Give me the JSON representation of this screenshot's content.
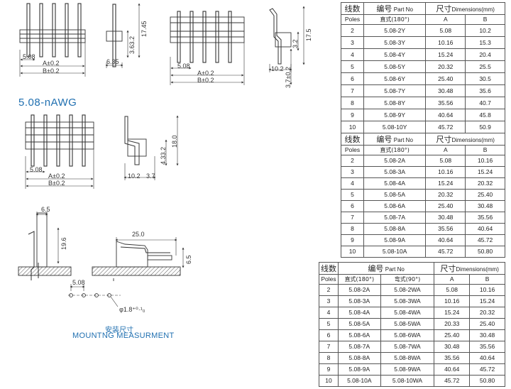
{
  "drawings": {
    "top_front": {
      "pitch": "5.08",
      "dim_a": "A±0.2",
      "dim_b": "B±0.2"
    },
    "top_side": {
      "height": "17.45",
      "mid": "3.63.2",
      "base": "6.35"
    },
    "top_front2": {
      "pitch": "5.08",
      "dim_a": "A±0.2",
      "dim_b": "B±0.2"
    },
    "top_right": {
      "height": "17.5",
      "mid": "3.2",
      "low": "3.7±0.2",
      "base": "10.2"
    },
    "section_title": "5.08-nAWG",
    "awg_front": {
      "pitch": "5.08",
      "dim_a": "A±0.2",
      "dim_b": "B±0.2"
    },
    "awg_side": {
      "height": "18.0",
      "mid": "4.33.2",
      "base": "10.2",
      "base2": "3.7"
    },
    "mount_side": {
      "top": "6.5",
      "height": "19.6"
    },
    "mount_right": {
      "length": "25.0",
      "height": "6.5"
    },
    "mount_holes": {
      "pitch": "5.08",
      "dia": "φ1.8⁺⁰·¹₀"
    },
    "mounting_label_cn": "安装尺寸",
    "mounting_label_en": "MOUNTNG MEASURMENT"
  },
  "table1": {
    "h_poles_cn": "线数",
    "h_poles_en": "Poles",
    "h_part_cn": "编号",
    "h_part_en": "Part No",
    "h_dim_cn": "尺寸",
    "h_dim_en": "Dimensions(mm)",
    "h_straight": "直式(180°)",
    "h_a": "A",
    "h_b": "B",
    "rows": [
      {
        "poles": "2",
        "part": "5.08-2Y",
        "a": "5.08",
        "b": "10.2"
      },
      {
        "poles": "3",
        "part": "5.08-3Y",
        "a": "10.16",
        "b": "15.3"
      },
      {
        "poles": "4",
        "part": "5.08-4Y",
        "a": "15.24",
        "b": "20.4"
      },
      {
        "poles": "5",
        "part": "5.08-5Y",
        "a": "20.32",
        "b": "25.5"
      },
      {
        "poles": "6",
        "part": "5.08-6Y",
        "a": "25.40",
        "b": "30.5"
      },
      {
        "poles": "7",
        "part": "5.08-7Y",
        "a": "30.48",
        "b": "35.6"
      },
      {
        "poles": "8",
        "part": "5.08-8Y",
        "a": "35.56",
        "b": "40.7"
      },
      {
        "poles": "9",
        "part": "5.08-9Y",
        "a": "40.64",
        "b": "45.8"
      },
      {
        "poles": "10",
        "part": "5.08-10Y",
        "a": "45.72",
        "b": "50.9"
      }
    ]
  },
  "table2": {
    "h_poles_cn": "线数",
    "h_poles_en": "Poles",
    "h_part_cn": "编号",
    "h_part_en": "Part No",
    "h_dim_cn": "尺寸",
    "h_dim_en": "Dimensions(mm)",
    "h_straight": "直式(180°)",
    "h_a": "A",
    "h_b": "B",
    "rows": [
      {
        "poles": "2",
        "part": "5.08-2A",
        "a": "5.08",
        "b": "10.16"
      },
      {
        "poles": "3",
        "part": "5.08-3A",
        "a": "10.16",
        "b": "15.24"
      },
      {
        "poles": "4",
        "part": "5.08-4A",
        "a": "15.24",
        "b": "20.32"
      },
      {
        "poles": "5",
        "part": "5.08-5A",
        "a": "20.32",
        "b": "25.40"
      },
      {
        "poles": "6",
        "part": "5.08-6A",
        "a": "25.40",
        "b": "30.48"
      },
      {
        "poles": "7",
        "part": "5.08-7A",
        "a": "30.48",
        "b": "35.56"
      },
      {
        "poles": "8",
        "part": "5.08-8A",
        "a": "35.56",
        "b": "40.64"
      },
      {
        "poles": "9",
        "part": "5.08-9A",
        "a": "40.64",
        "b": "45.72"
      },
      {
        "poles": "10",
        "part": "5.08-10A",
        "a": "45.72",
        "b": "50.80"
      }
    ]
  },
  "table3": {
    "h_poles_cn": "线数",
    "h_poles_en": "Poles",
    "h_part_cn": "编号",
    "h_part_en": "Part No",
    "h_dim_cn": "尺寸",
    "h_dim_en": "Dimensions(mm)",
    "h_straight": "直式(180°)",
    "h_bent": "弯式(90°)",
    "h_a": "A",
    "h_b": "B",
    "rows": [
      {
        "poles": "2",
        "part": "5.08-2A",
        "part90": "5.08-2WA",
        "a": "5.08",
        "b": "10.16"
      },
      {
        "poles": "3",
        "part": "5.08-3A",
        "part90": "5.08-3WA",
        "a": "10.16",
        "b": "15.24"
      },
      {
        "poles": "4",
        "part": "5.08-4A",
        "part90": "5.08-4WA",
        "a": "15.24",
        "b": "20.32"
      },
      {
        "poles": "5",
        "part": "5.08-5A",
        "part90": "5.08-5WA",
        "a": "20.33",
        "b": "25.40"
      },
      {
        "poles": "6",
        "part": "5.08-6A",
        "part90": "5.08-6WA",
        "a": "25.40",
        "b": "30.48"
      },
      {
        "poles": "7",
        "part": "5.08-7A",
        "part90": "5.08-7WA",
        "a": "30.48",
        "b": "35.56"
      },
      {
        "poles": "8",
        "part": "5.08-8A",
        "part90": "5.08-8WA",
        "a": "35.56",
        "b": "40.64"
      },
      {
        "poles": "9",
        "part": "5.08-9A",
        "part90": "5.08-9WA",
        "a": "40.64",
        "b": "45.72"
      },
      {
        "poles": "10",
        "part": "5.08-10A",
        "part90": "5.08-10WA",
        "a": "45.72",
        "b": "50.80"
      }
    ]
  }
}
